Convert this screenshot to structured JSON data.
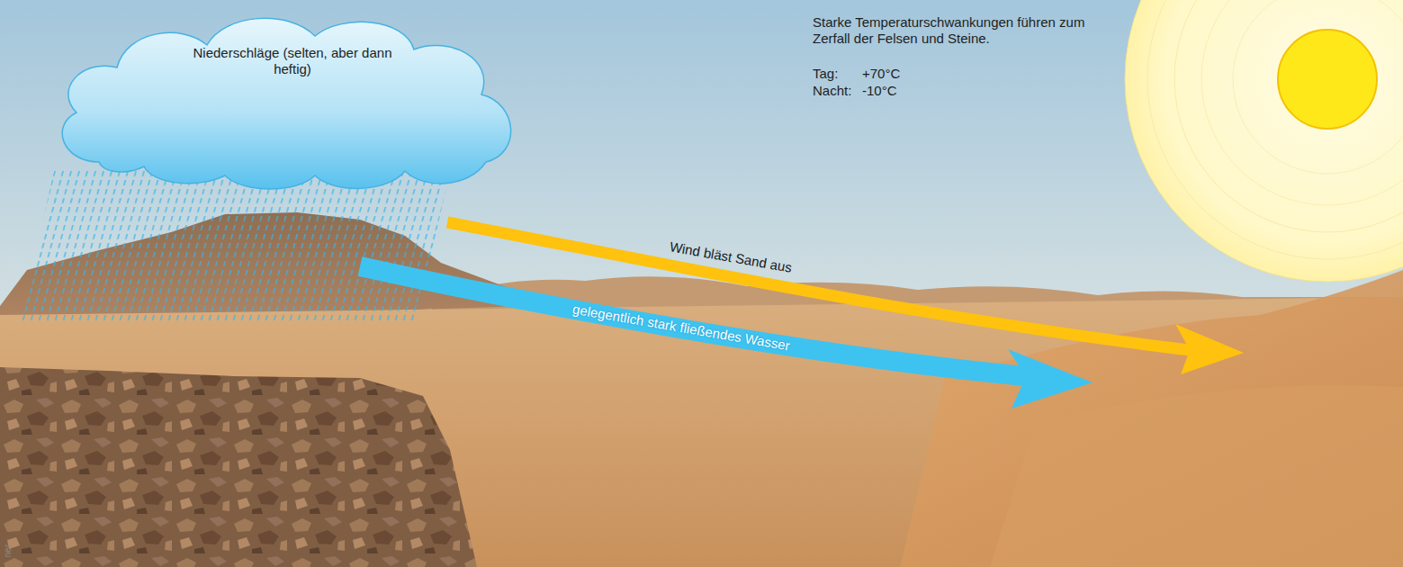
{
  "diagram": {
    "nodes": [
      {
        "text": [
          "Niederschläge (selten, aber dann heftig)"
        ]
      }
    ],
    "labels": [
      "Starke Temperaturschwankungen führen zum Zerfall der Felsen und Steine.",
      "Tag:",
      "+70°C",
      "Nacht:",
      "-10°C",
      "Wind bläst Sand aus",
      "gelegentlich stark fließendes Wasser",
      "ner"
    ]
  }
}
